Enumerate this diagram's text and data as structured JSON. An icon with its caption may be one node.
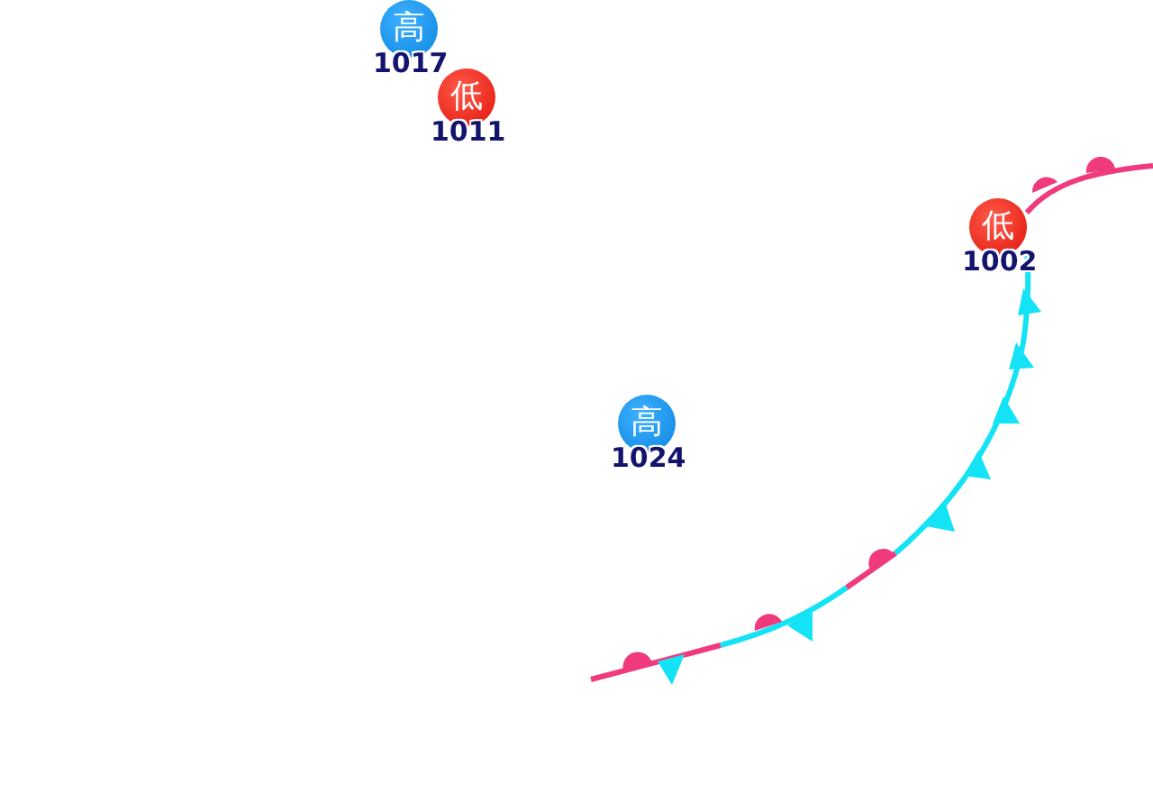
{
  "diagram": {
    "nodes": [
      {
        "text": [
          "高"
        ],
        "beside": [
          "1017"
        ]
      },
      {
        "text": [
          "低"
        ],
        "beside": [
          "1011"
        ]
      },
      {
        "text": [
          "低"
        ],
        "beside": [
          "1002"
        ]
      },
      {
        "text": [
          "高"
        ],
        "beside": [
          "1024"
        ]
      }
    ]
  }
}
